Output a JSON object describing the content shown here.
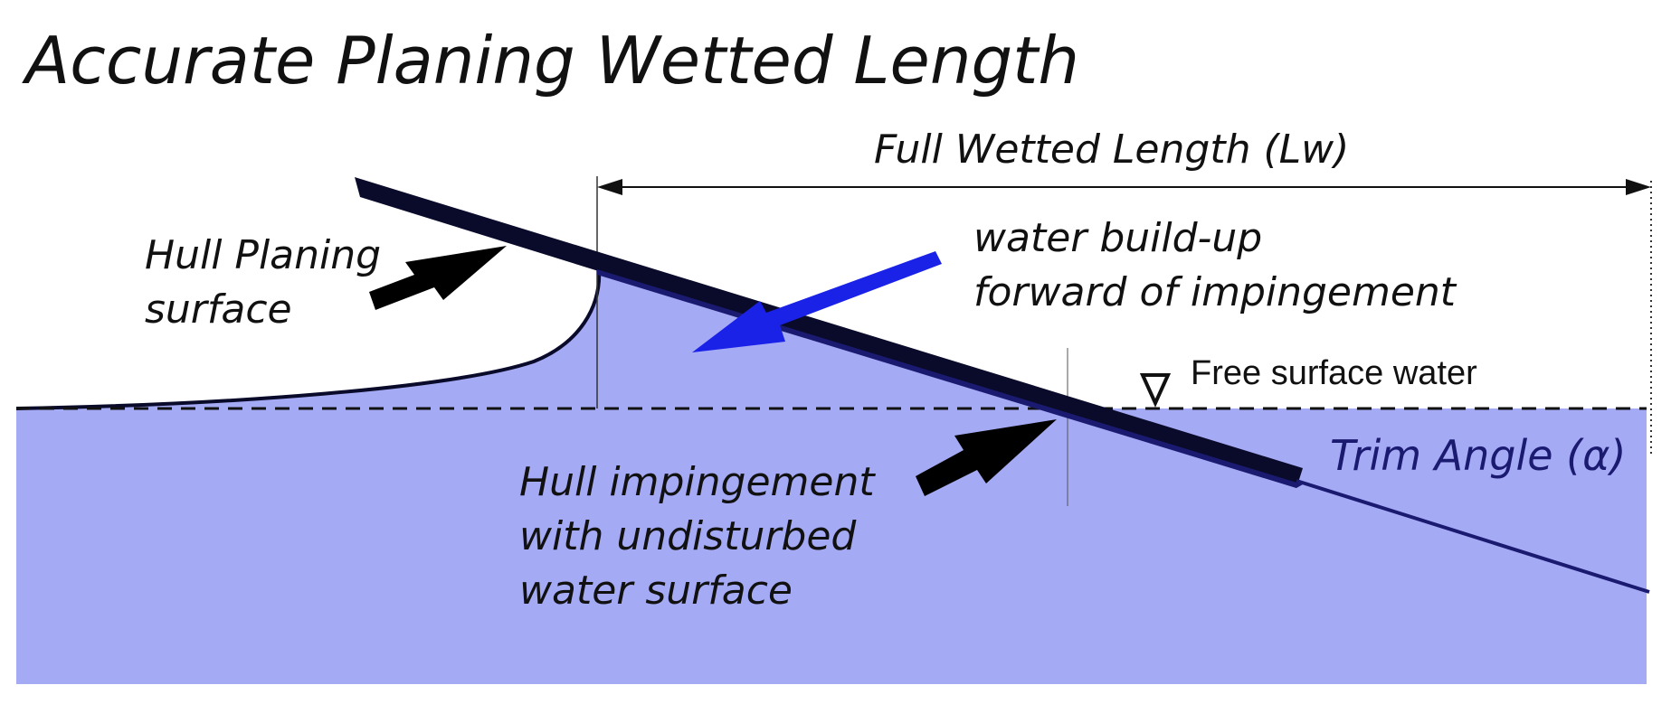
{
  "title": "Accurate Planing Wetted Length",
  "labels": {
    "full_wetted_length": "Full Wetted Length (Lw)",
    "hull_planing_line1": "Hull Planing",
    "hull_planing_line2": "surface",
    "water_buildup_line1": "water build-up",
    "water_buildup_line2": "forward of impingement",
    "free_surface": "Free surface water",
    "trim_angle": "Trim Angle (α)",
    "impingement_line1": "Hull impingement",
    "impingement_line2": "with undisturbed",
    "impingement_line3": "water surface"
  },
  "colors": {
    "water": "#a5aaf5",
    "hull": "#0a0a2a",
    "buildup_arrow": "#1a22e8",
    "pointer_arrow": "#000000",
    "trim_text": "#1a1a70"
  }
}
